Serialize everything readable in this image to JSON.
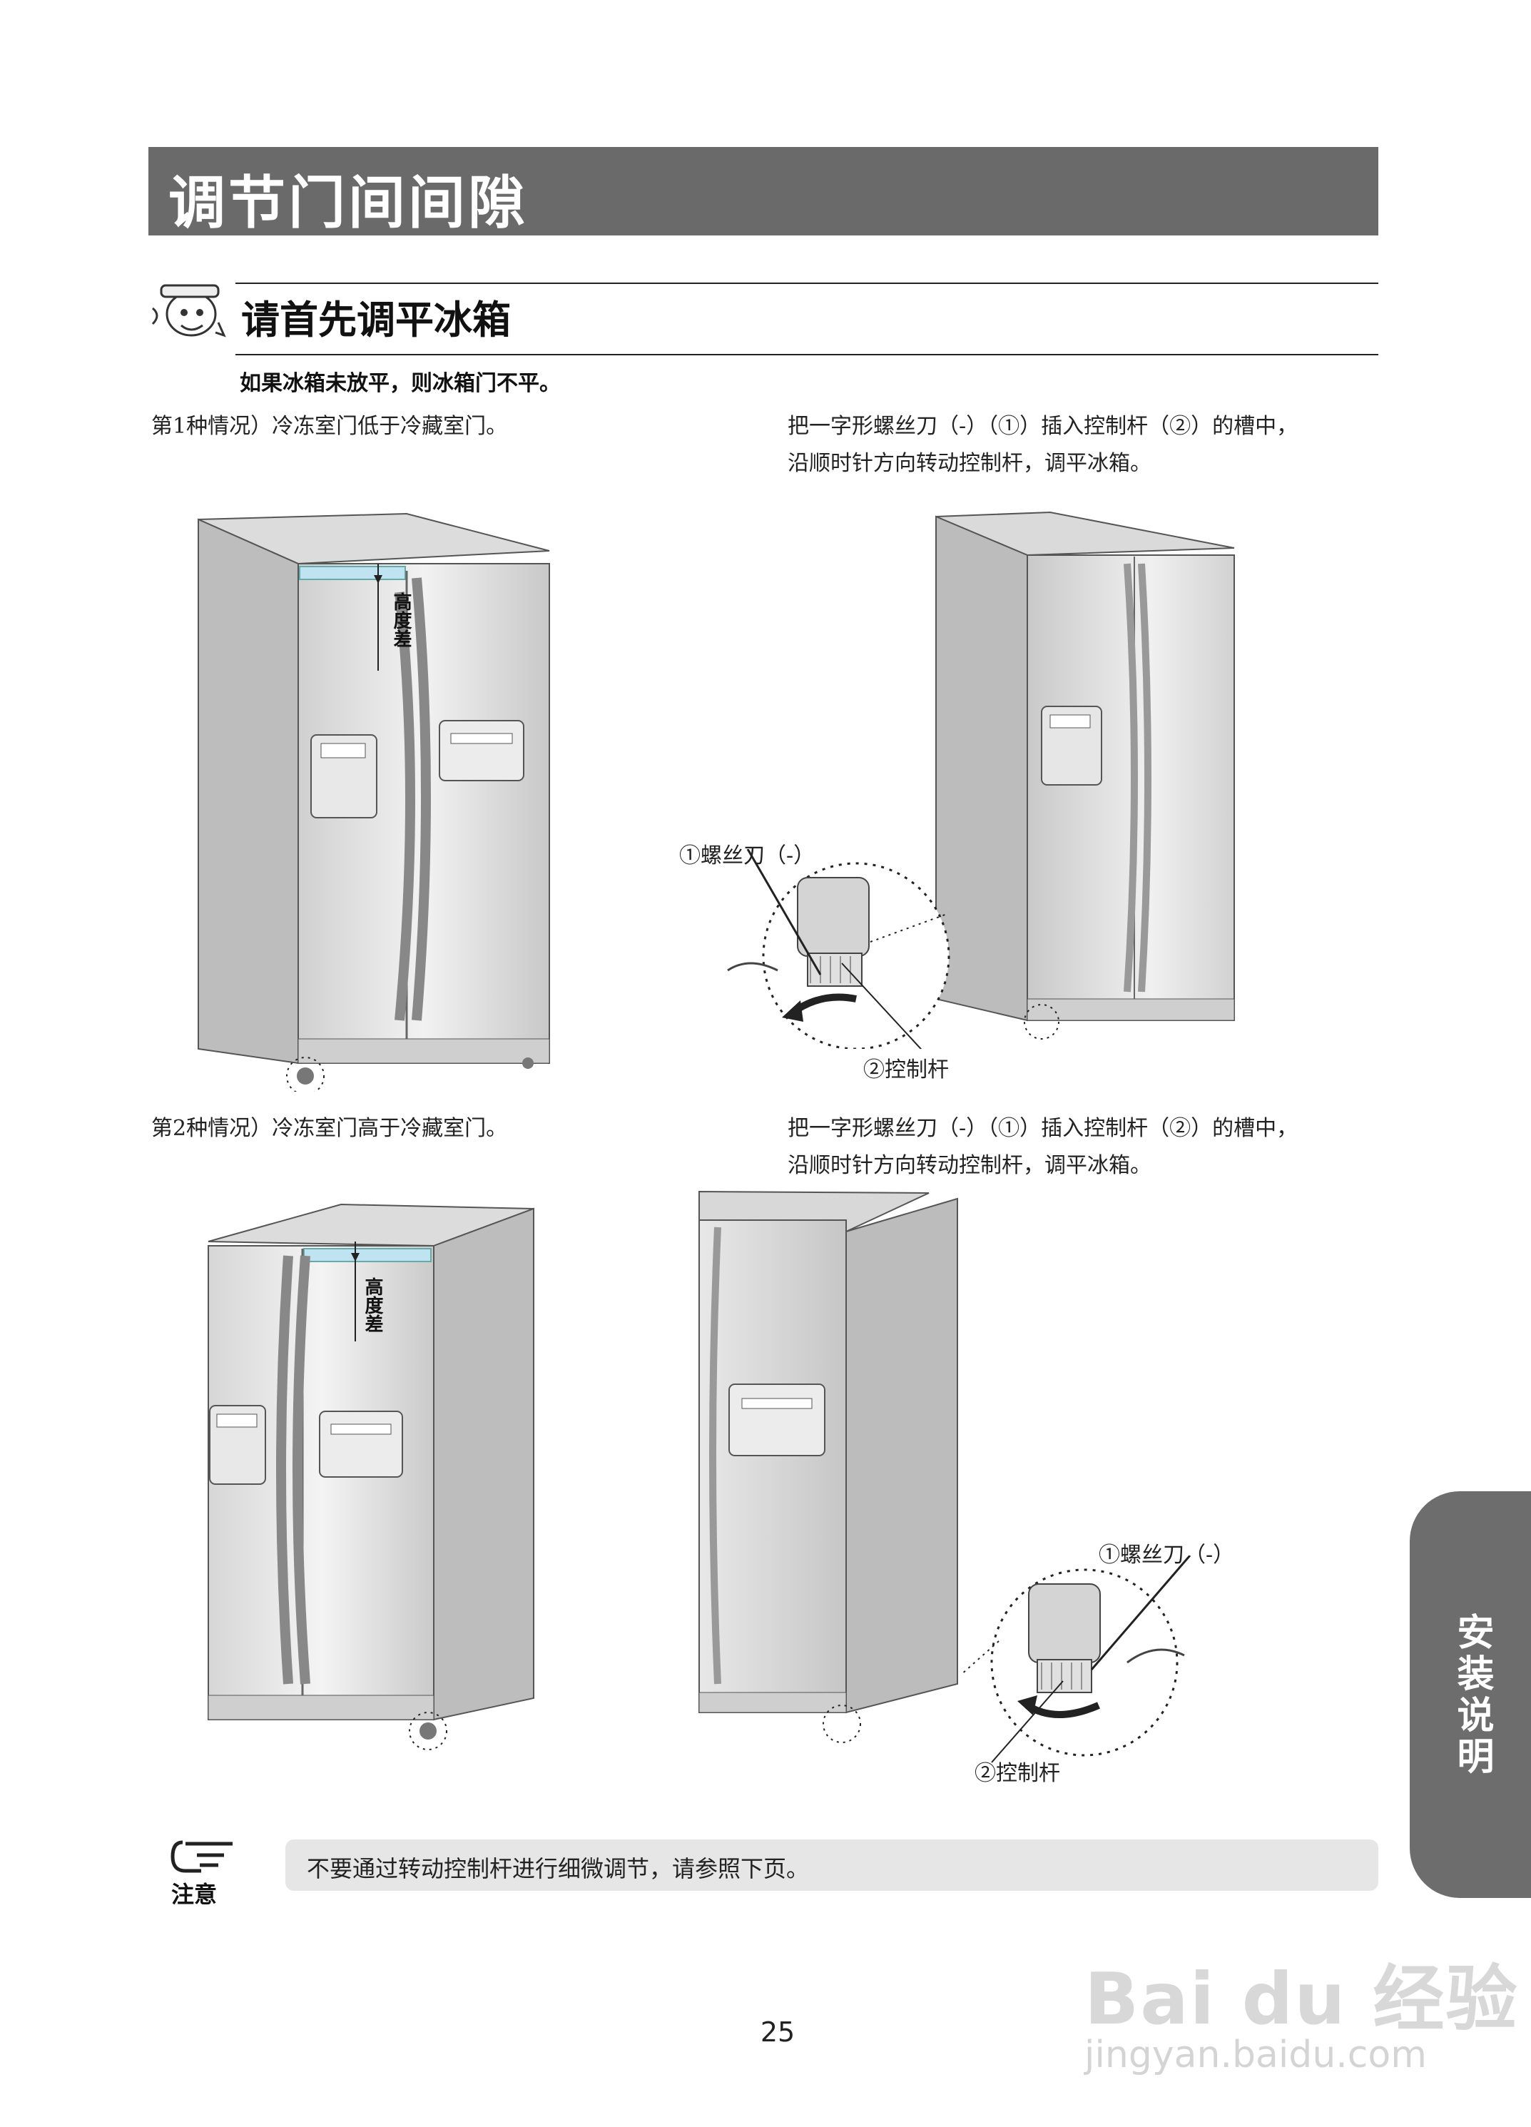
{
  "header": {
    "title": "调节门间间隙"
  },
  "section": {
    "subtitle": "请首先调平冰箱",
    "intro": "如果冰箱未放平，则冰箱门不平。"
  },
  "case1": {
    "label": "第1种情况）冷冻室门低于冷藏室门。",
    "instruction_line1": "把一字形螺丝刀（-）（①）插入控制杆（②）的槽中，",
    "instruction_line2": "沿顺时针方向转动控制杆，调平冰箱。",
    "height_label": "高度差",
    "screwdriver_label": "①螺丝刀（-）",
    "lever_label": "②控制杆"
  },
  "case2": {
    "label": "第2种情况）冷冻室门高于冷藏室门。",
    "instruction_line1": "把一字形螺丝刀（-）（①）插入控制杆（②）的槽中，",
    "instruction_line2": "沿顺时针方向转动控制杆，调平冰箱。",
    "height_label": "高度差",
    "screwdriver_label": "①螺丝刀（-）",
    "lever_label": "②控制杆"
  },
  "note": {
    "label": "注意",
    "text": "不要通过转动控制杆进行细微调节，请参照下页。"
  },
  "side_tab": {
    "label": "安装说明"
  },
  "page_number": "25",
  "watermark": {
    "line1": "Bai du 经验",
    "line2": "jingyan.baidu.com"
  }
}
